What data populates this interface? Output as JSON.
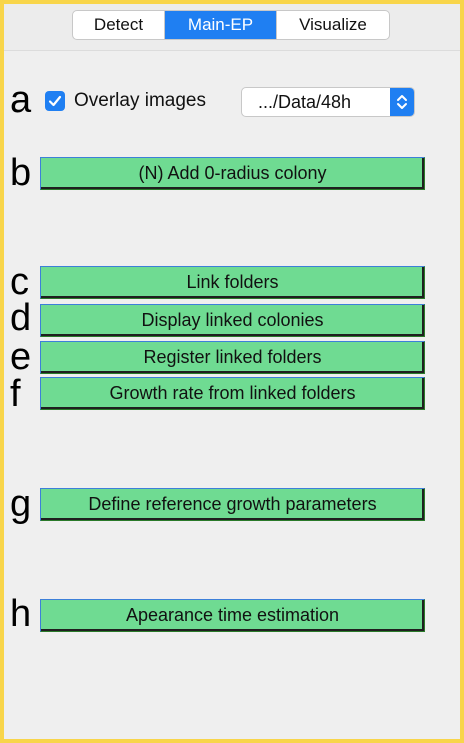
{
  "tabs": [
    {
      "label": "Detect",
      "active": false
    },
    {
      "label": "Main-EP",
      "active": true
    },
    {
      "label": "Visualize",
      "active": false
    }
  ],
  "annotations": {
    "a": "a",
    "b": "b",
    "c": "c",
    "d": "d",
    "e": "e",
    "f": "f",
    "g": "g",
    "h": "h"
  },
  "overlay": {
    "label": "Overlay images",
    "checked": true
  },
  "folder_select": {
    "value": ".../Data/48h"
  },
  "buttons": {
    "add_colony": "(N) Add 0-radius colony",
    "link_folders": "Link folders",
    "display_linked": "Display linked colonies",
    "register_linked": "Register linked folders",
    "growth_rate": "Growth rate from linked folders",
    "define_reference": "Define reference growth parameters",
    "appearance_time": "Apearance time estimation"
  },
  "colors": {
    "frame_border": "#f8d54a",
    "accent": "#1f7ff2",
    "button_fill": "#6fdb92"
  }
}
